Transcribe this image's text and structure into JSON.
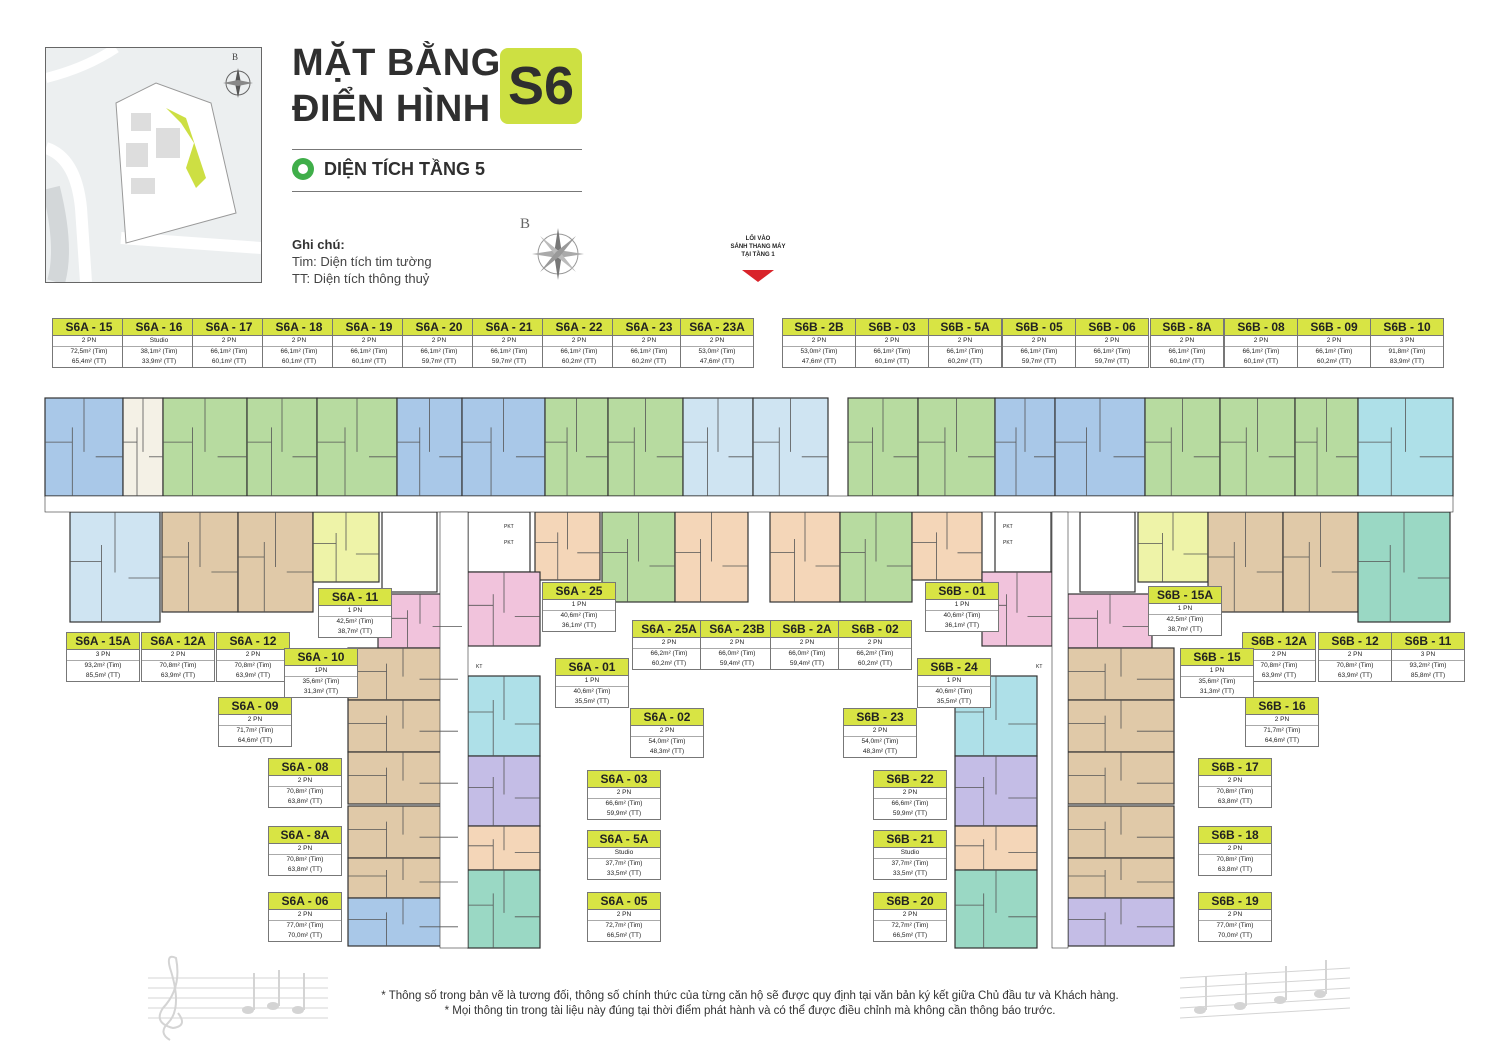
{
  "header": {
    "title_line1": "MẶT BẰNG",
    "title_line2": "ĐIỂN HÌNH",
    "building_code": "S6",
    "floor_label": "DIỆN TÍCH TẦNG 5"
  },
  "notes": {
    "title": "Ghi chú:",
    "line1": "Tim: Diện tích tim tường",
    "line2": "TT: Diện tích thông thuỷ"
  },
  "compass_letter": "B",
  "lobby_note": [
    "LỐI VÀO",
    "SẢNH THANG MÁY",
    "TẠI TẦNG 1"
  ],
  "room_tags": [
    "PKT",
    "PKT",
    "PKT",
    "PKT",
    "KT",
    "KT"
  ],
  "units": [
    {
      "code": "S6A - 15",
      "bed": "2 PN",
      "a1": "72,5m² (Tim)",
      "a2": "65,4m² (TT)"
    },
    {
      "code": "S6A - 16",
      "bed": "Studio",
      "a1": "38,1m² (Tim)",
      "a2": "33,9m² (TT)"
    },
    {
      "code": "S6A - 17",
      "bed": "2 PN",
      "a1": "66,1m² (Tim)",
      "a2": "60,1m² (TT)"
    },
    {
      "code": "S6A - 18",
      "bed": "2 PN",
      "a1": "66,1m² (Tim)",
      "a2": "60,1m² (TT)"
    },
    {
      "code": "S6A - 19",
      "bed": "2 PN",
      "a1": "66,1m² (Tim)",
      "a2": "60,1m² (TT)"
    },
    {
      "code": "S6A - 20",
      "bed": "2 PN",
      "a1": "66,1m² (Tim)",
      "a2": "59,7m² (TT)"
    },
    {
      "code": "S6A - 21",
      "bed": "2 PN",
      "a1": "66,1m² (Tim)",
      "a2": "59,7m² (TT)"
    },
    {
      "code": "S6A - 22",
      "bed": "2 PN",
      "a1": "66,1m² (Tim)",
      "a2": "60,2m² (TT)"
    },
    {
      "code": "S6A - 23",
      "bed": "2 PN",
      "a1": "66,1m² (Tim)",
      "a2": "60,2m² (TT)"
    },
    {
      "code": "S6A - 23A",
      "bed": "2 PN",
      "a1": "53,0m² (Tim)",
      "a2": "47,6m² (TT)"
    },
    {
      "code": "S6B - 2B",
      "bed": "2 PN",
      "a1": "53,0m² (Tim)",
      "a2": "47,6m² (TT)"
    },
    {
      "code": "S6B - 03",
      "bed": "2 PN",
      "a1": "66,1m² (Tim)",
      "a2": "60,1m² (TT)"
    },
    {
      "code": "S6B - 5A",
      "bed": "2 PN",
      "a1": "66,1m² (Tim)",
      "a2": "60,2m² (TT)"
    },
    {
      "code": "S6B - 05",
      "bed": "2 PN",
      "a1": "66,1m² (Tim)",
      "a2": "59,7m² (TT)"
    },
    {
      "code": "S6B - 06",
      "bed": "2 PN",
      "a1": "66,1m² (Tim)",
      "a2": "59,7m² (TT)"
    },
    {
      "code": "S6B - 8A",
      "bed": "2 PN",
      "a1": "66,1m² (Tim)",
      "a2": "60,1m² (TT)"
    },
    {
      "code": "S6B - 08",
      "bed": "2 PN",
      "a1": "66,1m² (Tim)",
      "a2": "60,1m² (TT)"
    },
    {
      "code": "S6B - 09",
      "bed": "2 PN",
      "a1": "66,1m² (Tim)",
      "a2": "60,2m² (TT)"
    },
    {
      "code": "S6B - 10",
      "bed": "3 PN",
      "a1": "91,8m² (Tim)",
      "a2": "83,9m² (TT)"
    },
    {
      "code": "S6A - 11",
      "bed": "1 PN",
      "a1": "42,5m² (Tim)",
      "a2": "38,7m² (TT)"
    },
    {
      "code": "S6A - 25",
      "bed": "1 PN",
      "a1": "40,6m² (Tim)",
      "a2": "36,1m² (TT)"
    },
    {
      "code": "S6B - 01",
      "bed": "1 PN",
      "a1": "40,6m² (Tim)",
      "a2": "36,1m² (TT)"
    },
    {
      "code": "S6B - 15A",
      "bed": "1 PN",
      "a1": "42,5m² (Tim)",
      "a2": "38,7m² (TT)"
    },
    {
      "code": "S6A - 15A",
      "bed": "3 PN",
      "a1": "93,2m² (Tim)",
      "a2": "85,5m² (TT)"
    },
    {
      "code": "S6A - 12A",
      "bed": "2 PN",
      "a1": "70,8m² (Tim)",
      "a2": "63,9m² (TT)"
    },
    {
      "code": "S6A - 12",
      "bed": "2 PN",
      "a1": "70,8m² (Tim)",
      "a2": "63,9m² (TT)"
    },
    {
      "code": "S6A - 25A",
      "bed": "2 PN",
      "a1": "66,2m² (Tim)",
      "a2": "60,2m² (TT)"
    },
    {
      "code": "S6A - 23B",
      "bed": "2 PN",
      "a1": "66,0m² (Tim)",
      "a2": "59,4m² (TT)"
    },
    {
      "code": "S6B - 2A",
      "bed": "2 PN",
      "a1": "66,0m² (Tim)",
      "a2": "59,4m² (TT)"
    },
    {
      "code": "S6B - 02",
      "bed": "2 PN",
      "a1": "66,2m² (Tim)",
      "a2": "60,2m² (TT)"
    },
    {
      "code": "S6B - 12A",
      "bed": "2 PN",
      "a1": "70,8m² (Tim)",
      "a2": "63,9m² (TT)"
    },
    {
      "code": "S6B - 12",
      "bed": "2 PN",
      "a1": "70,8m² (Tim)",
      "a2": "63,9m² (TT)"
    },
    {
      "code": "S6B - 11",
      "bed": "3 PN",
      "a1": "93,2m² (Tim)",
      "a2": "85,8m² (TT)"
    },
    {
      "code": "S6A - 10",
      "bed": "1PN",
      "a1": "35,6m² (Tim)",
      "a2": "31,3m² (TT)"
    },
    {
      "code": "S6A - 01",
      "bed": "1 PN",
      "a1": "40,6m² (Tim)",
      "a2": "35,5m² (TT)"
    },
    {
      "code": "S6B - 24",
      "bed": "1 PN",
      "a1": "40,6m² (Tim)",
      "a2": "35,5m² (TT)"
    },
    {
      "code": "S6B - 15",
      "bed": "1 PN",
      "a1": "35,6m² (Tim)",
      "a2": "31,3m² (TT)"
    },
    {
      "code": "S6A - 09",
      "bed": "2 PN",
      "a1": "71,7m² (Tim)",
      "a2": "64,6m² (TT)"
    },
    {
      "code": "S6A - 02",
      "bed": "2 PN",
      "a1": "54,0m² (Tim)",
      "a2": "48,3m² (TT)"
    },
    {
      "code": "S6B - 23",
      "bed": "2 PN",
      "a1": "54,0m² (Tim)",
      "a2": "48,3m² (TT)"
    },
    {
      "code": "S6B - 16",
      "bed": "2 PN",
      "a1": "71,7m² (Tim)",
      "a2": "64,6m² (TT)"
    },
    {
      "code": "S6A - 08",
      "bed": "2 PN",
      "a1": "70,8m² (Tim)",
      "a2": "63,8m² (TT)"
    },
    {
      "code": "S6A - 03",
      "bed": "2 PN",
      "a1": "66,6m² (Tim)",
      "a2": "59,9m² (TT)"
    },
    {
      "code": "S6B - 22",
      "bed": "2 PN",
      "a1": "66,6m² (Tim)",
      "a2": "59,9m² (TT)"
    },
    {
      "code": "S6B - 17",
      "bed": "2 PN",
      "a1": "70,8m² (Tim)",
      "a2": "63,8m² (TT)"
    },
    {
      "code": "S6A - 8A",
      "bed": "2 PN",
      "a1": "70,8m² (Tim)",
      "a2": "63,8m² (TT)"
    },
    {
      "code": "S6A - 5A",
      "bed": "Studio",
      "a1": "37,7m² (Tim)",
      "a2": "33,5m² (TT)"
    },
    {
      "code": "S6B - 21",
      "bed": "Studio",
      "a1": "37,7m² (Tim)",
      "a2": "33,5m² (TT)"
    },
    {
      "code": "S6B - 18",
      "bed": "2 PN",
      "a1": "70,8m² (Tim)",
      "a2": "63,8m² (TT)"
    },
    {
      "code": "S6A - 06",
      "bed": "2 PN",
      "a1": "77,0m² (Tim)",
      "a2": "70,0m² (TT)"
    },
    {
      "code": "S6A - 05",
      "bed": "2 PN",
      "a1": "72,7m² (Tim)",
      "a2": "66,5m² (TT)"
    },
    {
      "code": "S6B - 20",
      "bed": "2 PN",
      "a1": "72,7m² (Tim)",
      "a2": "66,5m² (TT)"
    },
    {
      "code": "S6B - 19",
      "bed": "2 PN",
      "a1": "77,0m² (Tim)",
      "a2": "70,0m² (TT)"
    }
  ],
  "colors": {
    "accent_yellow": "#d8e444",
    "badge_green": "#cde042",
    "floor_dot": "#3fae49",
    "lobby_arrow": "#d9232a",
    "unit_blue": "#a9c8e8",
    "unit_green": "#b7dba0",
    "unit_tan": "#e0c9a8",
    "unit_pink": "#f1c3dc",
    "unit_cyan": "#aee0e8",
    "unit_lavender": "#c4bde6",
    "unit_peach": "#f4d6b8",
    "unit_yellow": "#eef3a8",
    "unit_teal": "#9ad8c4",
    "unit_lightblue": "#cfe4f2"
  },
  "footnote": {
    "line1": "* Thông số trong bản vẽ là tương đối, thông số chính thức của từng căn hộ sẽ được quy định tại văn bản ký kết giữa Chủ đầu tư và Khách hàng.",
    "line2": "* Mọi thông tin trong tài liệu này đúng tại thời điểm phát hành và có thể được điều chỉnh mà không cần thông báo trước."
  },
  "decor": [
    "key-plan-map",
    "compass-icon",
    "music-notes-icon"
  ]
}
